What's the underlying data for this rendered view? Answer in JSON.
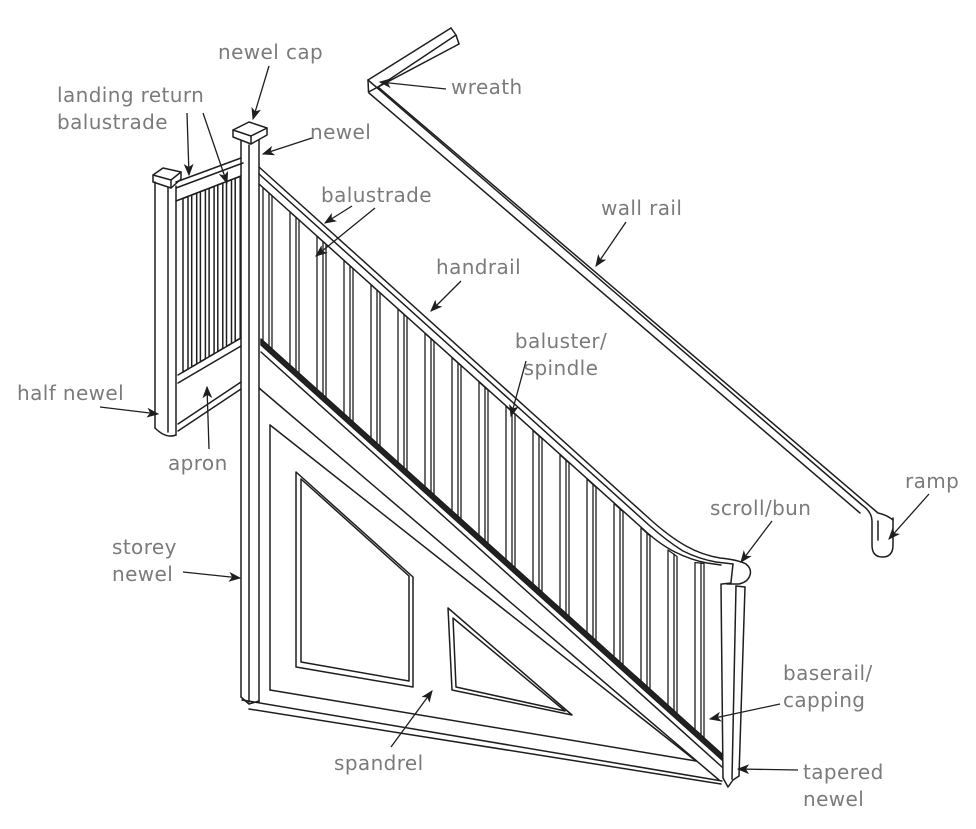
{
  "diagram": {
    "subject": "parts of a staircase balustrade",
    "colors": {
      "background": "#ffffff",
      "line": "#1e1e1e",
      "label_text": "#7b7b7b",
      "baserail_fill": "#222222"
    },
    "labels": {
      "newel_cap": {
        "text": "newel cap"
      },
      "landing_return_balustrade": {
        "text": "landing return\nbalustrade"
      },
      "newel": {
        "text": "newel"
      },
      "wreath": {
        "text": "wreath"
      },
      "balustrade": {
        "text": "balustrade"
      },
      "wall_rail": {
        "text": "wall rail"
      },
      "handrail": {
        "text": "handrail"
      },
      "baluster_spindle": {
        "text": "baluster/\nspindle"
      },
      "half_newel": {
        "text": "half newel"
      },
      "apron": {
        "text": "apron"
      },
      "storey_newel": {
        "text": "storey\nnewel"
      },
      "spandrel": {
        "text": "spandrel"
      },
      "scroll_bun": {
        "text": "scroll/bun"
      },
      "ramp": {
        "text": "ramp"
      },
      "baserail_capping": {
        "text": "baserail/\ncapping"
      },
      "tapered_newel": {
        "text": "tapered\nnewel"
      }
    }
  }
}
